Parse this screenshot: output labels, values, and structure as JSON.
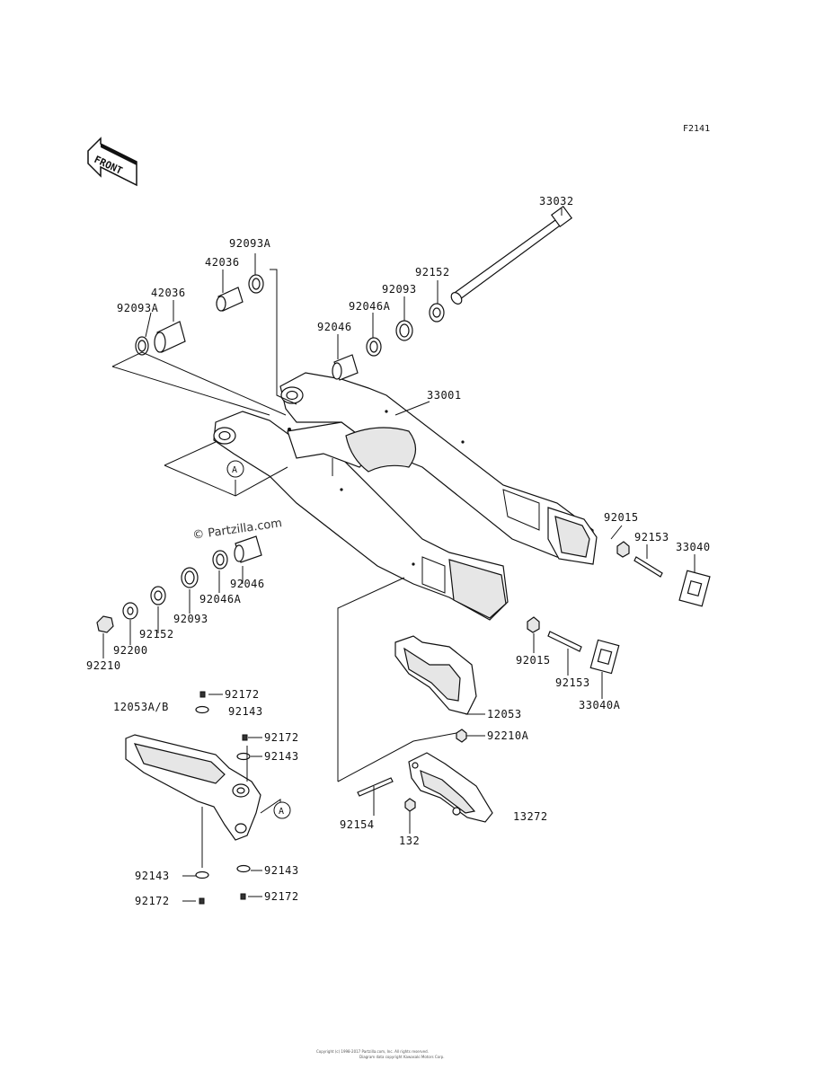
{
  "figure_code": "F2141",
  "front_label": "FRONT",
  "watermark": "© Partzilla.com",
  "ref_marker": "A",
  "footer": {
    "line1": "Copyright (c) 1998-2017 Partzilla.com, Inc. All rights reserved.",
    "line2": "Diagram data copyright Kawasaki Motors Corp."
  },
  "labels": {
    "p33032": "33032",
    "p92093A_top": "92093A",
    "p42036_top": "42036",
    "p42036_mid": "42036",
    "p92093A_left": "92093A",
    "p92152_top": "92152",
    "p92093_top": "92093",
    "p92046A_top": "92046A",
    "p92046_top": "92046",
    "p33001": "33001",
    "p92015_r": "92015",
    "p92153_r": "92153",
    "p33040": "33040",
    "p92046_l": "92046",
    "p92046A_l": "92046A",
    "p92093_l": "92093",
    "p92152_l": "92152",
    "p92200": "92200",
    "p92210": "92210",
    "p92015_b": "92015",
    "p92153_b": "92153",
    "p33040A": "33040A",
    "p12053": "12053",
    "p92210A": "92210A",
    "p13272": "13272",
    "p92154": "92154",
    "p132": "132",
    "p12053AB": "12053A/B",
    "p92172_1": "92172",
    "p92143_1": "92143",
    "p92172_2": "92172",
    "p92143_2": "92143",
    "p92143_3": "92143",
    "p92143_4": "92143",
    "p92172_3": "92172",
    "p92172_4": "92172"
  }
}
